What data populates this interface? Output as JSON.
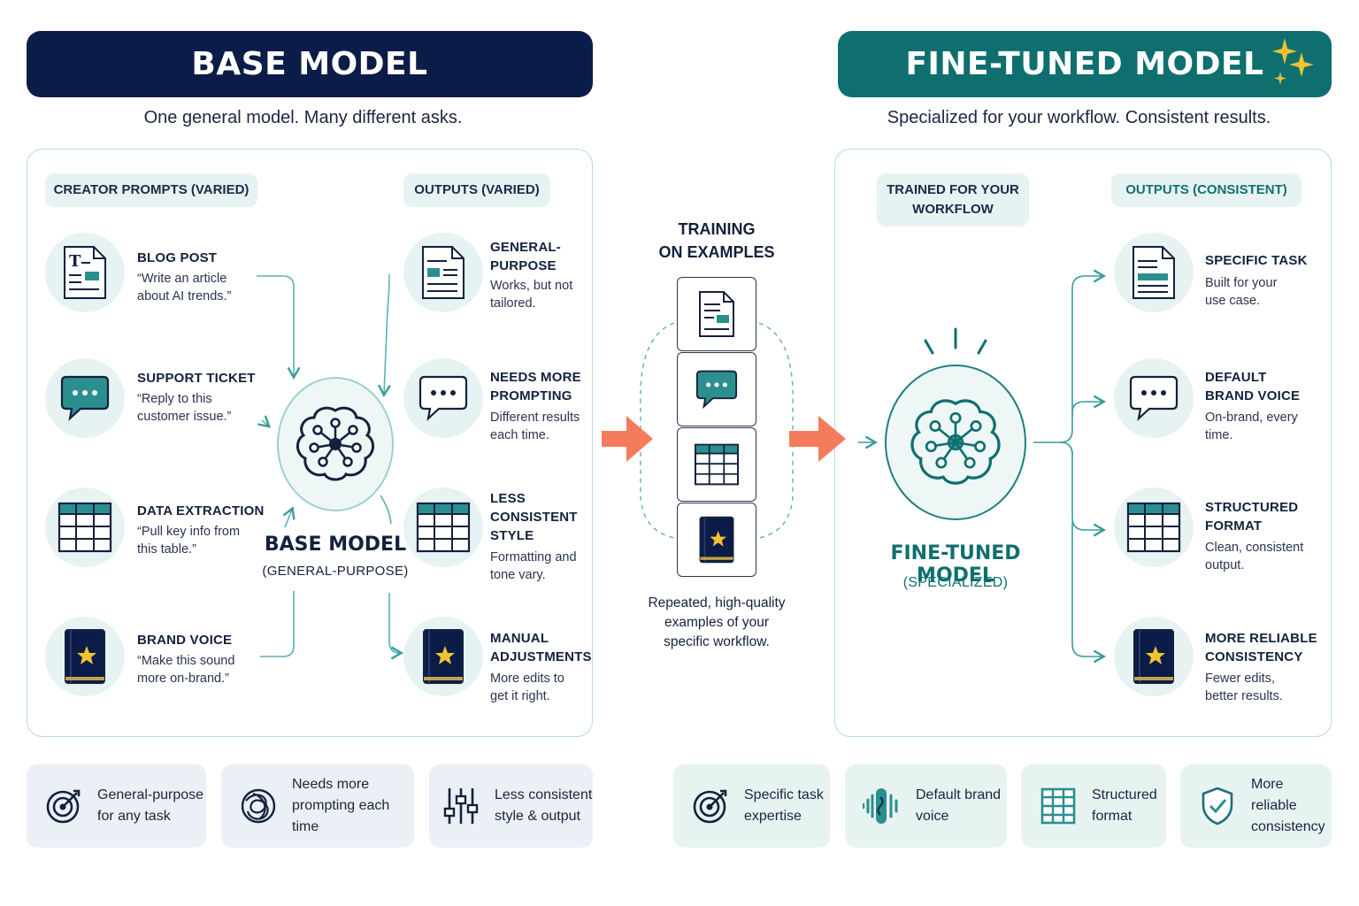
{
  "base": {
    "banner": "BASE MODEL",
    "subtitle": "One general model. Many different asks.",
    "prompts_header": "CREATOR PROMPTS (VARIED)",
    "outputs_header": "OUTPUTS (VARIED)",
    "prompts": [
      {
        "title": "BLOG POST",
        "desc": [
          "“Write an article",
          "about AI trends.”"
        ],
        "icon": "document-icon"
      },
      {
        "title": "SUPPORT TICKET",
        "desc": [
          "“Reply to this",
          "customer issue.”"
        ],
        "icon": "chat-bubble-icon"
      },
      {
        "title": "DATA EXTRACTION",
        "desc": [
          "“Pull key info from",
          "this table.”"
        ],
        "icon": "table-icon"
      },
      {
        "title": "BRAND VOICE",
        "desc": [
          "“Make this sound",
          "more on-brand.”"
        ],
        "icon": "star-book-icon"
      }
    ],
    "outputs": [
      {
        "title": [
          "GENERAL-",
          "PURPOSE"
        ],
        "desc": [
          "Works, but not",
          "tailored."
        ],
        "icon": "document-icon"
      },
      {
        "title": [
          "NEEDS MORE",
          "PROMPTING"
        ],
        "desc": [
          "Different results",
          "each time."
        ],
        "icon": "chat-bubble-icon"
      },
      {
        "title": [
          "LESS",
          "CONSISTENT",
          "STYLE"
        ],
        "desc": [
          "Formatting and",
          "tone vary."
        ],
        "icon": "table-icon"
      },
      {
        "title": [
          "MANUAL",
          "ADJUSTMENTS"
        ],
        "desc": [
          "More edits to",
          "get it right."
        ],
        "icon": "star-book-icon"
      }
    ],
    "hub_title": "BASE MODEL",
    "hub_subtitle": "(GENERAL-PURPOSE)",
    "bottom": [
      {
        "line1": "General-purpose",
        "line2": "for any task",
        "icon": "target-icon"
      },
      {
        "line1": "Needs more",
        "line2": "prompting each time",
        "icon": "tangle-icon"
      },
      {
        "line1": "Less consistent",
        "line2": "style & output",
        "icon": "sliders-icon"
      }
    ]
  },
  "training": {
    "title_line1": "TRAINING",
    "title_line2": "ON EXAMPLES",
    "caption": [
      "Repeated, high-quality",
      "examples of your",
      "specific workflow."
    ]
  },
  "fine": {
    "banner": "FINE-TUNED MODEL",
    "subtitle": "Specialized for your workflow. Consistent results.",
    "left_header": [
      "TRAINED FOR YOUR",
      "WORKFLOW"
    ],
    "outputs_header": "OUTPUTS (CONSISTENT)",
    "hub_title": "FINE-TUNED MODEL",
    "hub_subtitle": "(SPECIALIZED)",
    "outputs": [
      {
        "title": [
          "SPECIFIC TASK"
        ],
        "desc": [
          "Built for your",
          "use case."
        ],
        "icon": "document-icon"
      },
      {
        "title": [
          "DEFAULT",
          "BRAND VOICE"
        ],
        "desc": [
          "On-brand, every",
          "time."
        ],
        "icon": "chat-bubble-icon"
      },
      {
        "title": [
          "STRUCTURED",
          "FORMAT"
        ],
        "desc": [
          "Clean, consistent",
          "output."
        ],
        "icon": "table-icon"
      },
      {
        "title": [
          "MORE RELIABLE",
          "CONSISTENCY"
        ],
        "desc": [
          "Fewer edits,",
          "better results."
        ],
        "icon": "star-book-icon"
      }
    ],
    "bottom": [
      {
        "line1": "Specific task",
        "line2": "expertise",
        "icon": "target-icon"
      },
      {
        "line1": "Default brand",
        "line2": "voice",
        "icon": "soundwave-icon"
      },
      {
        "line1": "Structured",
        "line2": "format",
        "icon": "grid-icon"
      },
      {
        "line1": "More reliable",
        "line2": "consistency",
        "icon": "shield-check-icon"
      }
    ]
  },
  "colors": {
    "navy": "#0c1c48",
    "teal": "#0f6f6f",
    "arrow_orange": "#f47c5c",
    "star_gold": "#f2c230",
    "soft_teal": "#e6f3f2"
  }
}
